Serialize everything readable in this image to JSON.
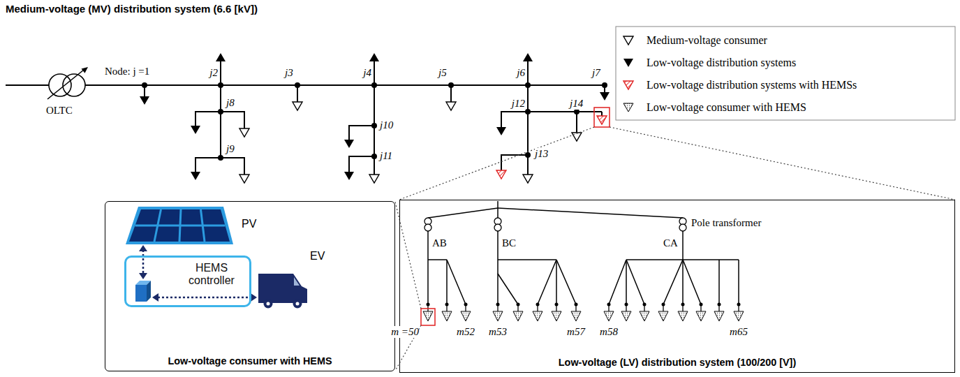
{
  "diagram": {
    "title": "Medium-voltage (MV) distribution system (6.6 [kV])",
    "nodes": [
      {
        "text": [
          "Low-voltage consumer with HEMS"
        ]
      },
      {
        "text": [
          "HEMS controller"
        ],
        "in": 0
      },
      {
        "text": [
          "Low-voltage (LV) distribution system (100/200 [V])"
        ]
      }
    ],
    "labels": [
      "OLTC",
      "Node: j =1",
      "j2",
      "j3",
      "j4",
      "j5",
      "j6",
      "j7",
      "j8",
      "j9",
      "j10",
      "j11",
      "j12",
      "j13",
      "j14",
      "PV",
      "EV",
      "AB",
      "BC",
      "CA",
      "Pole transformer",
      "m =50",
      "m52",
      "m53",
      "m57",
      "m58",
      "m65"
    ],
    "legend": [
      {
        "text": "Medium-voltage consumer"
      },
      {
        "text": "Low-voltage distribution systems"
      },
      {
        "text": "Low-voltage distribution systems with HEMSs"
      },
      {
        "text": "Low-voltage consumer with HEMS"
      }
    ]
  }
}
